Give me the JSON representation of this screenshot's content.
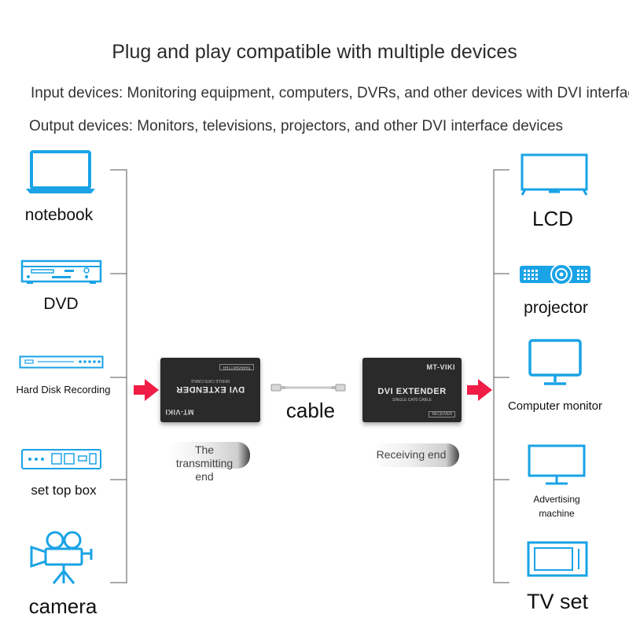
{
  "title": "Plug and play compatible with multiple devices",
  "input_desc": "Input devices: Monitoring equipment, computers, DVRs, and other devices with DVI interfaces",
  "output_desc": "Output devices: Monitors, televisions, projectors, and other DVI interface devices",
  "inputs": [
    "notebook",
    "DVD",
    "Hard Disk Recording",
    "set top box",
    "camera"
  ],
  "outputs": [
    "LCD",
    "projector",
    "Computer monitor",
    "Advertising machine",
    "TV set"
  ],
  "cable_label": "cable",
  "transmitter": {
    "brand": "MT-VIKI",
    "name": "DVI EXTENDER",
    "sub": "SINGLE CAT6 CABLE",
    "tag": "TRANSMITTER",
    "caption": "The transmitting end"
  },
  "receiver": {
    "brand": "MT-VIKI",
    "name": "DVI EXTENDER",
    "sub": "SINGLE CAT6 CABLE",
    "tag": "RECEIVER",
    "caption": "Receiving end"
  },
  "colors": {
    "icon_blue": "#1aa3e6",
    "arrow_red": "#f01e46",
    "device_body": "#2a2a2a"
  }
}
